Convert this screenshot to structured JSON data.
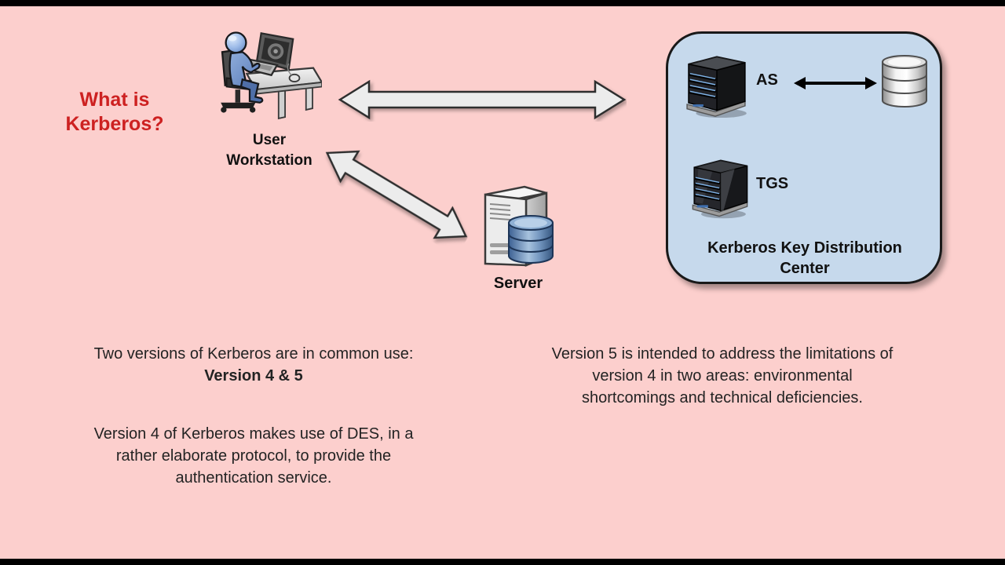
{
  "colors": {
    "background_pink": "#fccfcd",
    "letterbox_black": "#000000",
    "title_red": "#cd2121",
    "kdc_fill": "#c6d9ec",
    "kdc_border": "#191919",
    "body_text": "#232323",
    "label_text": "#111111",
    "arrow_fill": "#ececec",
    "arrow_outline": "#2e2e2e",
    "black_arrow": "#000000"
  },
  "title": {
    "line1": "What is",
    "line2": "Kerberos?"
  },
  "diagram": {
    "user_workstation": {
      "icon": "person-at-computer-icon",
      "label_line1": "User",
      "label_line2": "Workstation"
    },
    "server": {
      "icon": "server-tower-with-database-icon",
      "label": "Server"
    },
    "kdc": {
      "title_line1": "Kerberos Key Distribution",
      "title_line2": "Center",
      "as_label": "AS",
      "as_icon": "black-server-tower-icon",
      "tgs_label": "TGS",
      "tgs_icon": "black-server-tower-icon",
      "database_icon": "silver-database-cylinder-icon",
      "as_db_arrow_icon": "double-headed-arrow-icon"
    },
    "arrows": {
      "workstation_kdc_icon": "double-headed-block-arrow-icon",
      "workstation_server_icon": "double-headed-block-arrow-icon"
    }
  },
  "notes": {
    "left": {
      "line1": "Two versions of Kerberos are in common use:",
      "line2": "Version 4 & 5",
      "para_lines": {
        "0": "Version 4 of Kerberos makes use of DES, in a",
        "1": "rather elaborate protocol, to provide the",
        "2": "authentication service."
      }
    },
    "right": {
      "lines": {
        "0": "Version 5 is intended to address the limitations of",
        "1": "version 4 in two areas: environmental",
        "2": "shortcomings and technical deficiencies."
      }
    }
  }
}
